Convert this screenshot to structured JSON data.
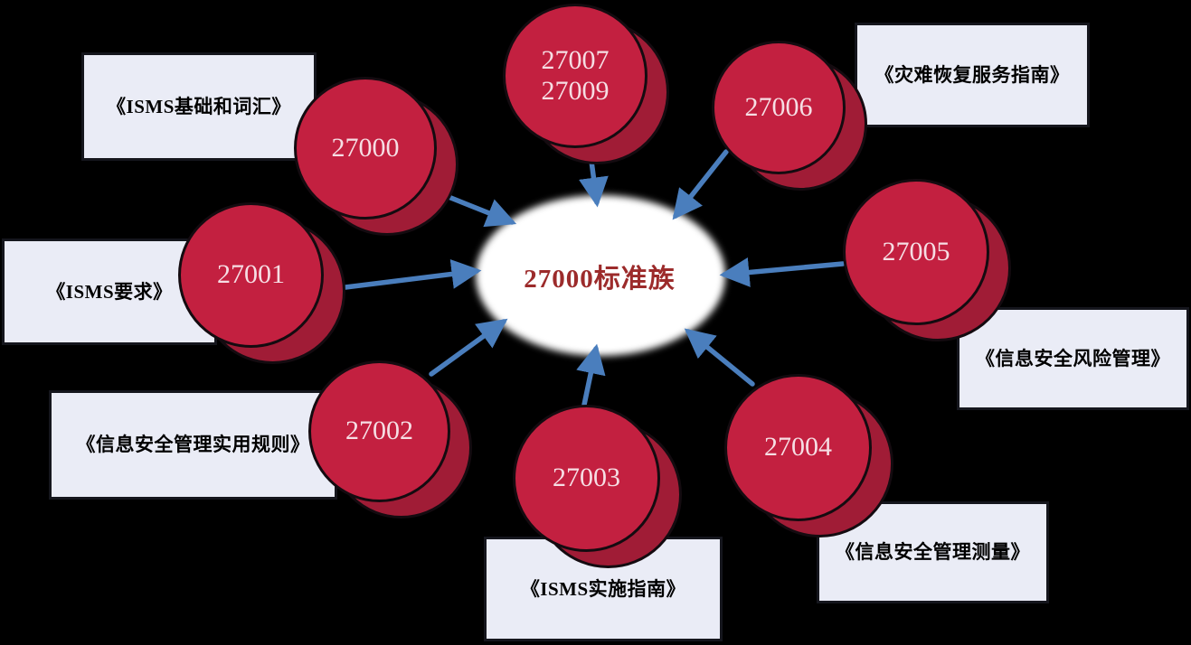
{
  "colors": {
    "background": "#000000",
    "node_fill": "#C32040",
    "node_shadow": "#A01C36",
    "node_outline": "#140B10",
    "node_text": "#F6DEE4",
    "box_fill": "#EAECF6",
    "box_border": "#15161D",
    "box_text": "#000000",
    "center_fill": "#FFFFFF",
    "center_text": "#9C2B2B",
    "arrow": "#4A7EBD"
  },
  "center": {
    "label": "27000标准族"
  },
  "nodes": {
    "n27000": {
      "label": "27000"
    },
    "n27007": {
      "label": "27007",
      "label2": "27009"
    },
    "n27006": {
      "label": "27006"
    },
    "n27005": {
      "label": "27005"
    },
    "n27004": {
      "label": "27004"
    },
    "n27003": {
      "label": "27003"
    },
    "n27002": {
      "label": "27002"
    },
    "n27001": {
      "label": "27001"
    }
  },
  "labels": {
    "isms_basics": {
      "text": "《ISMS基础和词汇》"
    },
    "disaster_recovery": {
      "text": "《灾难恢复服务指南》"
    },
    "risk_management": {
      "text": "《信息安全风险管理》"
    },
    "management_measurement": {
      "text": "《信息安全管理测量》"
    },
    "implementation_guide": {
      "text": "《ISMS实施指南》"
    },
    "practice_rules": {
      "text": "《信息安全管理实用规则》"
    },
    "isms_requirements": {
      "text": "《ISMS要求》"
    }
  }
}
